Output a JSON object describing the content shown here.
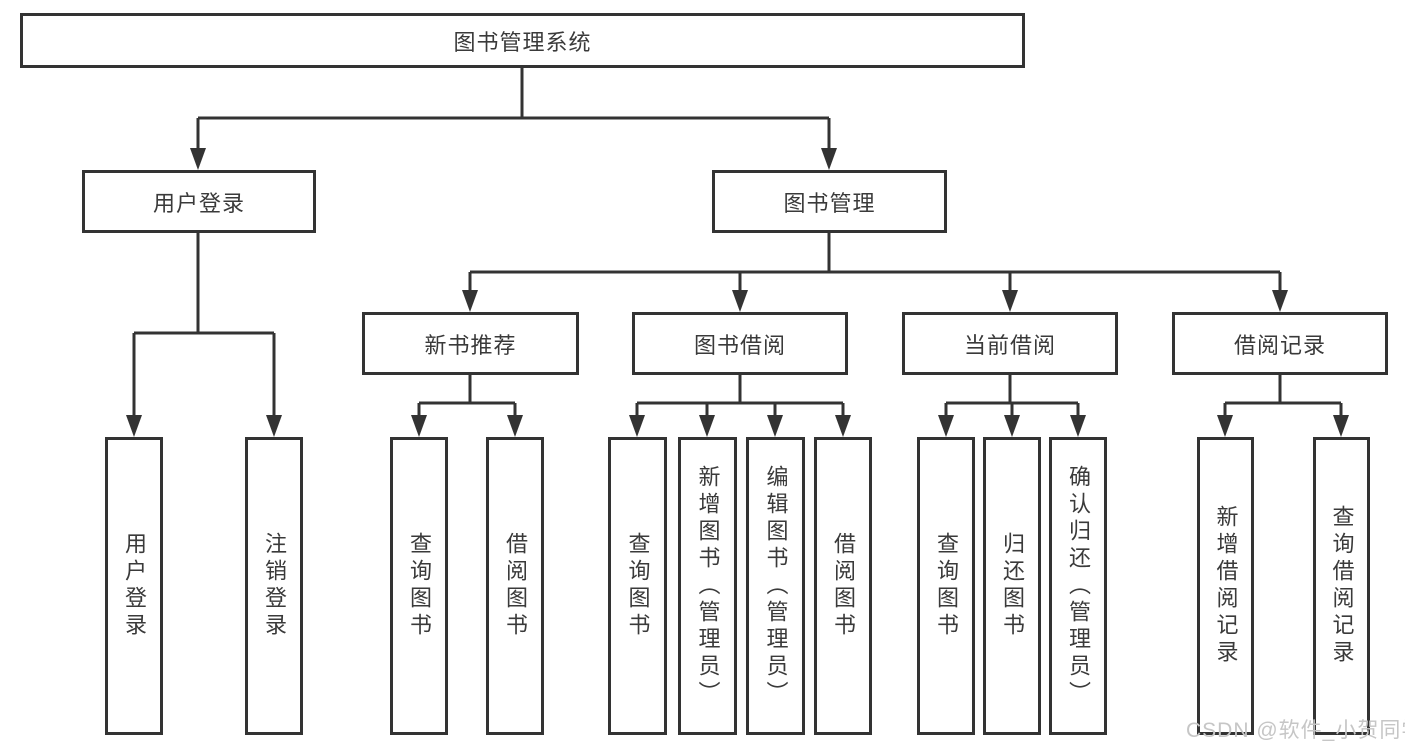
{
  "diagram": {
    "root": {
      "label": "图书管理系统"
    },
    "level2": [
      {
        "label": "用户登录"
      },
      {
        "label": "图书管理"
      }
    ],
    "level3": [
      {
        "label": "新书推荐"
      },
      {
        "label": "图书借阅"
      },
      {
        "label": "当前借阅"
      },
      {
        "label": "借阅记录"
      }
    ],
    "leaves": [
      {
        "label": "用户登录"
      },
      {
        "label": "注销登录"
      },
      {
        "label": "查询图书"
      },
      {
        "label": "借阅图书"
      },
      {
        "label": "查询图书"
      },
      {
        "label": "新增图书（管理员）"
      },
      {
        "label": "编辑图书（管理员）"
      },
      {
        "label": "借阅图书"
      },
      {
        "label": "查询图书"
      },
      {
        "label": "归还图书"
      },
      {
        "label": "确认归还（管理员）"
      },
      {
        "label": "新增借阅记录"
      },
      {
        "label": "查询借阅记录"
      }
    ],
    "watermark": "CSDN @软件_小贺同学",
    "colors": {
      "line": "#333333",
      "text": "#3a3a3a",
      "watermark": "#c6c6c6"
    }
  }
}
